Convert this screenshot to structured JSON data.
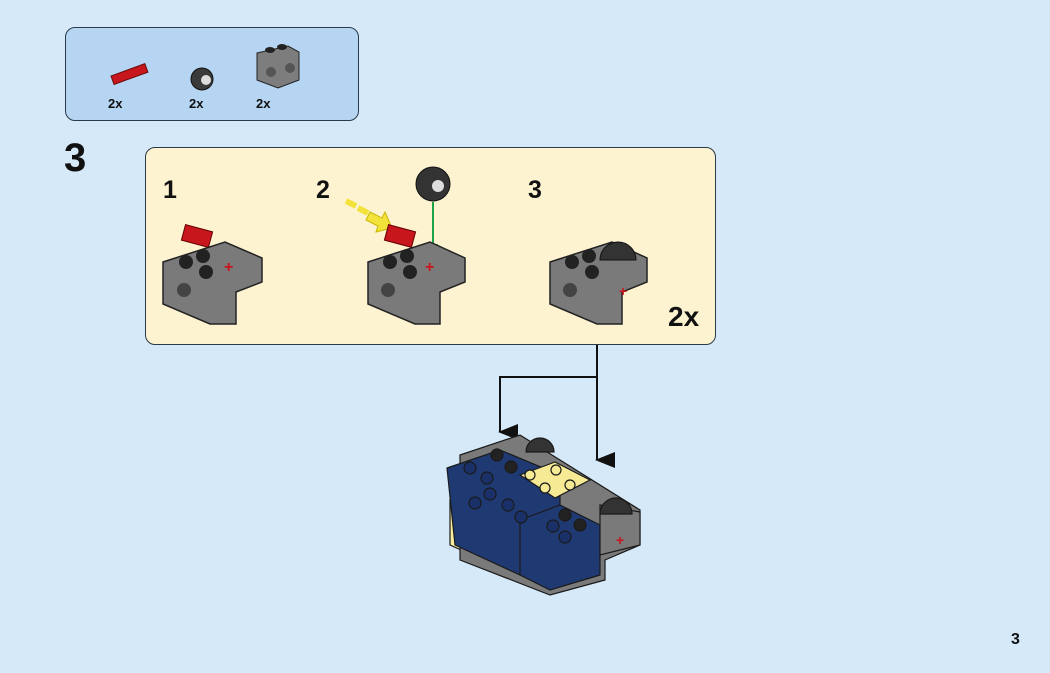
{
  "step_number": "3",
  "page_number": "3",
  "parts_list": [
    {
      "part": "red-axle-connector",
      "quantity": "2x"
    },
    {
      "part": "dark-gray-wheel",
      "quantity": "2x"
    },
    {
      "part": "gray-technic-brick",
      "quantity": "2x"
    }
  ],
  "substeps": [
    {
      "number": "1"
    },
    {
      "number": "2"
    },
    {
      "number": "3"
    }
  ],
  "multiplier": "2x",
  "colors": {
    "background": "#d5e9f9",
    "parts_box": "#b5d5f2",
    "panel": "#fdf3d0"
  }
}
